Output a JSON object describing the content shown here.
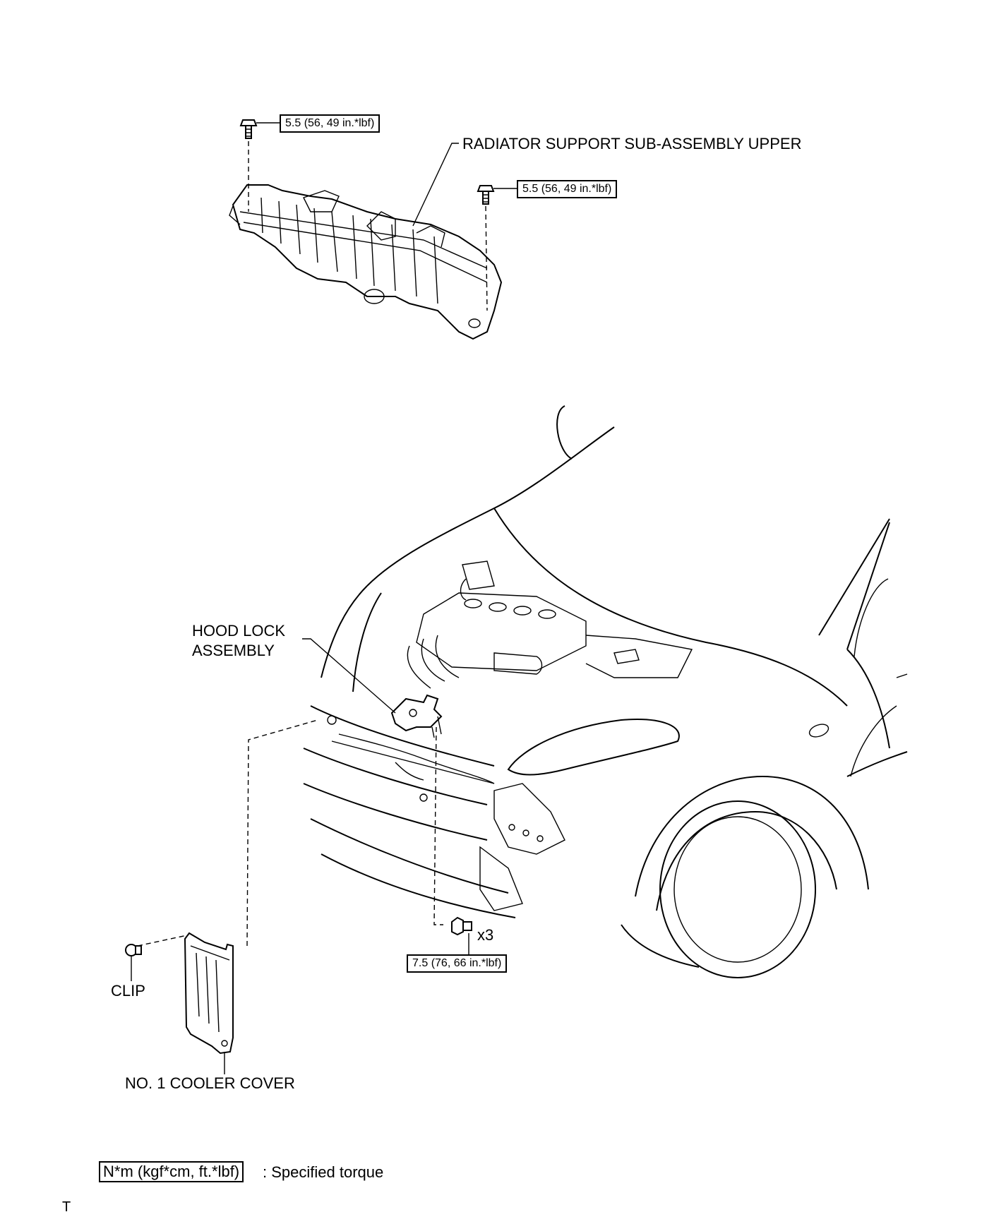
{
  "labels": {
    "radiator_support": "RADIATOR SUPPORT SUB-ASSEMBLY UPPER",
    "hood_lock_line1": "HOOD LOCK",
    "hood_lock_line2": "ASSEMBLY",
    "clip": "CLIP",
    "cooler_cover": "NO. 1 COOLER COVER",
    "bolt_count": "x3"
  },
  "torques": {
    "radiator_left": "5.5 (56, 49 in.*lbf)",
    "radiator_right": "5.5 (56, 49 in.*lbf)",
    "hood_lock": "7.5 (76, 66 in.*lbf)"
  },
  "legend": {
    "box_text": "N*m (kgf*cm, ft.*lbf)",
    "description": ": Specified torque"
  },
  "footer": {
    "code": "T"
  },
  "icons": [
    "bolt-icon",
    "clip-icon"
  ]
}
